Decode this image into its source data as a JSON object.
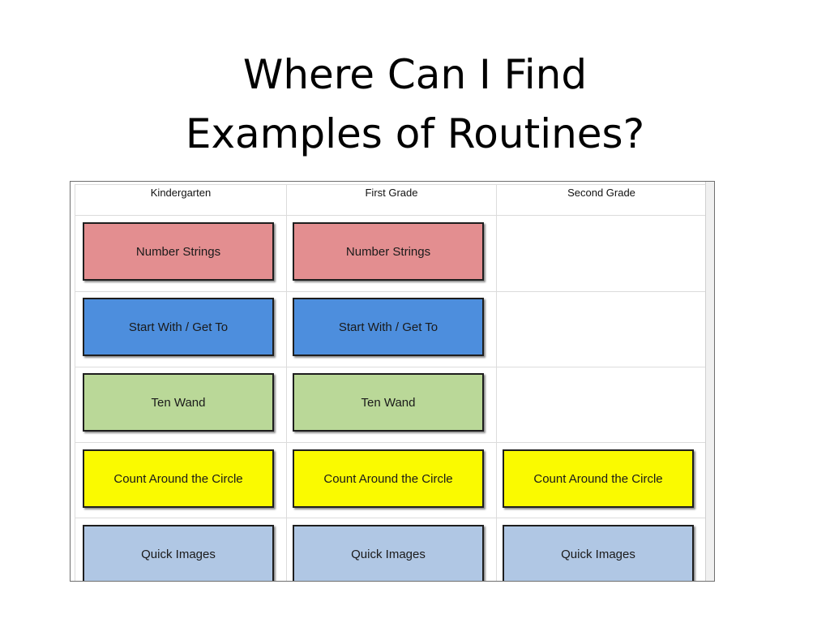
{
  "title": {
    "line1": "Where Can I Find",
    "line2": "Examples of Routines?"
  },
  "table": {
    "columns": [
      "Kindergarten",
      "First Grade",
      "Second Grade"
    ],
    "rows": [
      {
        "label": "Number Strings",
        "color": "#e38e90",
        "present": [
          true,
          true,
          false
        ]
      },
      {
        "label": "Start With / Get To",
        "color": "#4d8edd",
        "present": [
          true,
          true,
          false
        ]
      },
      {
        "label": "Ten Wand",
        "color": "#bad898",
        "present": [
          true,
          true,
          false
        ]
      },
      {
        "label": "Count Around the Circle",
        "color": "#fafa00",
        "present": [
          true,
          true,
          true
        ]
      },
      {
        "label": "Quick Images",
        "color": "#b0c7e4",
        "present": [
          true,
          true,
          true
        ]
      }
    ]
  }
}
